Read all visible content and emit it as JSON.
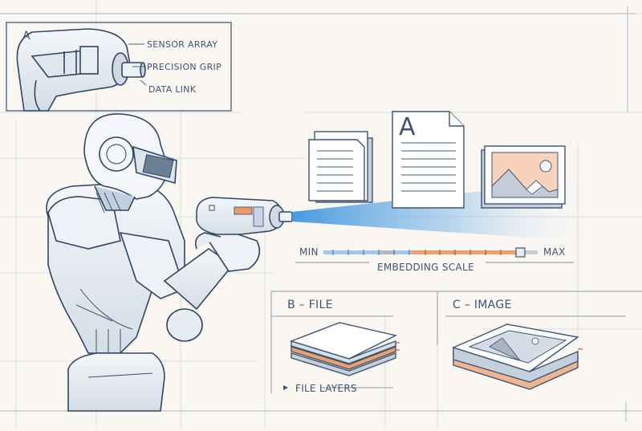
{
  "inset": {
    "letter": "A",
    "callouts": [
      "SENSOR ARRAY",
      "PRECISION GRIP",
      "DATA LINK"
    ]
  },
  "documents": {
    "page_letter": "A"
  },
  "scale": {
    "min_label": "MIN",
    "max_label": "MAX",
    "title": "EMBEDDING SCALE",
    "segments_blue": 7,
    "segments_orange": 6,
    "handle_position_pct": 88
  },
  "panels": [
    {
      "title": "B – FILE",
      "caption": "FILE LAYERS"
    },
    {
      "title": "C – IMAGE"
    }
  ],
  "colors": {
    "background": "#faf7f3",
    "ink": "#3e5470",
    "grid": "#d3d9e0",
    "beam": "#4a9fe0",
    "accent_orange": "#ec9a66",
    "image_fill": "#f8d3bc",
    "metal": "#c6d0dc"
  }
}
